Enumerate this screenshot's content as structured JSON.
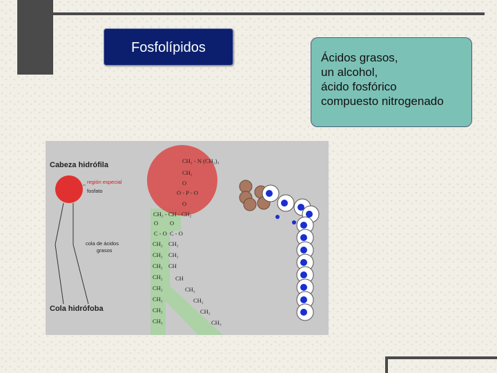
{
  "slide": {
    "title": "Fosfolípidos",
    "info_lines": [
      "Ácidos grasos,",
      "un alcohol,",
      "ácido fosfórico",
      "compuesto nitrogenado"
    ]
  },
  "figure": {
    "head_label": "Cabeza hidrófila",
    "special_region_label": "región especial",
    "phosphate_label": "fosfato",
    "tails_label_1": "cola de ácidos",
    "tails_label_2": "grasos",
    "tail_label": "Cola hidrófoba",
    "chem_labels": {
      "choline": "CH₂ - N (CH₃)₃",
      "ch2_top": "CH₂",
      "o_1": "O",
      "opo": "O - P - O",
      "o_2": "O",
      "glycerol": "CH₂ - CH - CH₂",
      "o_left": "O",
      "o_right": "O",
      "co_left": "C - O",
      "co_right": "C - O",
      "left_chain": [
        "CH₂",
        "CH₂",
        "CH₂",
        "CH₂",
        "CH₂",
        "CH₂",
        "CH₂",
        "CH₃"
      ],
      "right_chain": [
        "CH₂",
        "CH₂",
        "CH",
        "CH",
        "CH₂",
        "CH₂",
        "CH₂",
        "CH₃"
      ]
    }
  },
  "colors": {
    "title_bg": "#0b1f6e",
    "info_bg": "#7cc1b6",
    "head_circle": "#e03030",
    "phosphate_region": "#d94a4a",
    "tail_region": "#a7d3a0"
  }
}
